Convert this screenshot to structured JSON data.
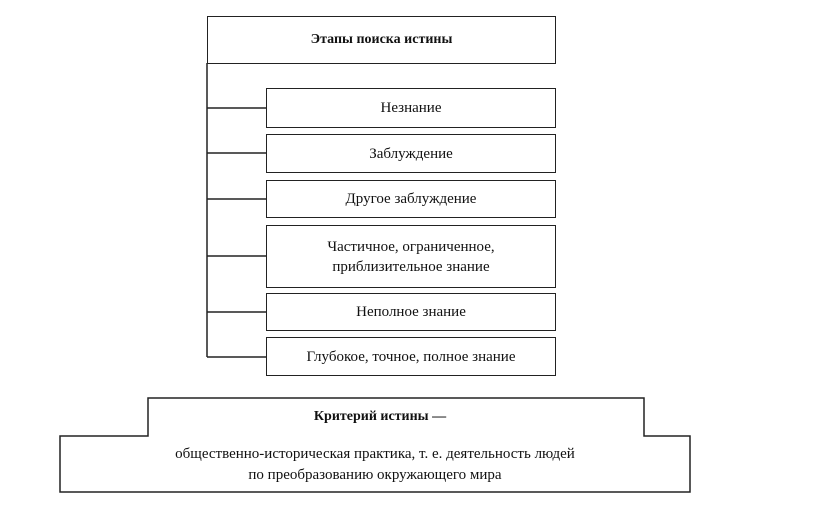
{
  "title": "Этапы поиска истины",
  "stages": [
    "Незнание",
    "Заблуждение",
    "Другое заблуждение",
    "Частичное, ограниченное, приблизительное знание",
    "Неполное знание",
    "Глубокое, точное, полное знание"
  ],
  "criterion": {
    "heading": "Критерий истины —",
    "text_line1": "общественно-историческая практика, т. е. деятельность людей",
    "text_line2": "по преобразованию окружающего мира"
  }
}
